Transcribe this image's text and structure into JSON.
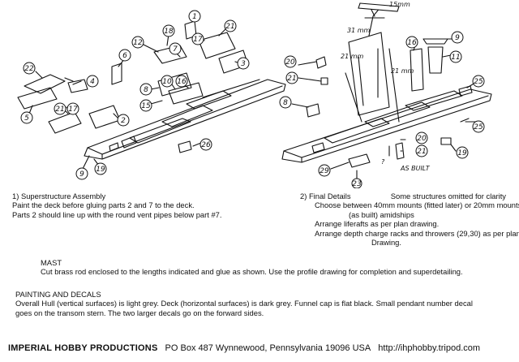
{
  "drawing": {
    "callouts_left": [
      "22",
      "4",
      "5",
      "21",
      "17",
      "2",
      "9",
      "6",
      "12",
      "18",
      "17",
      "21",
      "7",
      "1",
      "3",
      "8",
      "10",
      "15",
      "16",
      "26",
      "19"
    ],
    "callouts_right": [
      "20",
      "21",
      "8",
      "16",
      "9",
      "11",
      "25",
      "25",
      "20",
      "21",
      "19",
      "29",
      "23"
    ],
    "dims": {
      "mast_top": "15mm",
      "mast_a": "21 mm",
      "mast_b": "21 mm",
      "mast_c": "31 mm",
      "as_built": "AS BUILT",
      "question": "?"
    }
  },
  "section1": {
    "heading": "1) Superstructure Assembly",
    "line1": "Paint the deck before gluing parts 2 and 7 to the deck.",
    "line2": "Parts 2 should line up with the round vent pipes below part #7."
  },
  "section2": {
    "heading": "2) Final Details",
    "note": "Some structures omitted for clarity",
    "line1": "Choose between 40mm mounts (fitted later) or 20mm mounts",
    "line2": "(as built) amidships",
    "line3": "Arrange liferafts as per plan drawing.",
    "line4": "Arrange depth charge racks and throwers (29,30) as per plan",
    "line5": "Drawing."
  },
  "mast": {
    "heading": "MAST",
    "text": "Cut brass rod enclosed to the lengths indicated and glue as shown.  Use the profile drawing for completion and superdetailing."
  },
  "paint": {
    "heading": "PAINTING AND DECALS",
    "line1": "Overall Hull (vertical surfaces) is light grey.  Deck (horizontal surfaces) is dark grey.  Funnel cap is flat black.  Small pendant number decal",
    "line2": "goes on the transom stern.  The two larger decals go on the forward sides."
  },
  "footer": {
    "company": "IMPERIAL HOBBY PRODUCTIONS",
    "address": "PO Box 487  Wynnewood, Pennsylvania 19096  USA",
    "url": "http://ihphobby.tripod.com"
  }
}
